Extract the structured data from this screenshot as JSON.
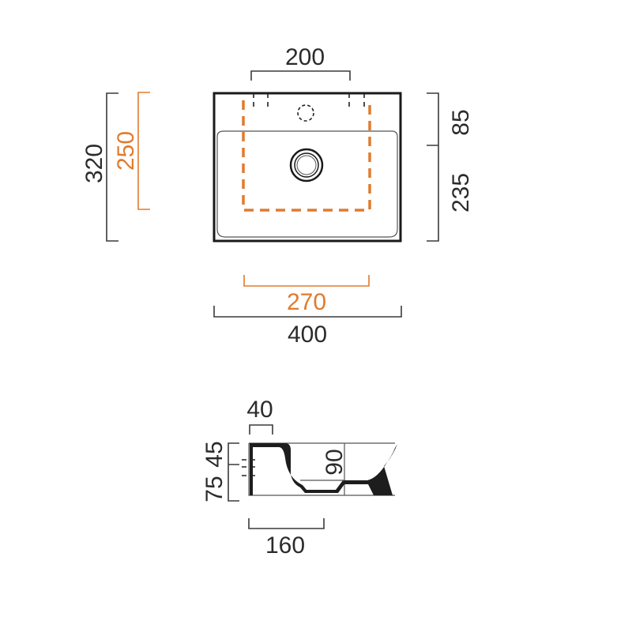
{
  "colors": {
    "line": "#3a3a3a",
    "accent": "#e07b2e",
    "outline": "#1a1a1a"
  },
  "top_view": {
    "tap_holes_spacing": "200",
    "total_depth": "320",
    "cabinet_depth": "250",
    "back_ledge_depth": "85",
    "basin_depth": "235",
    "cabinet_width": "270",
    "total_width": "400"
  },
  "side_view": {
    "ledge_width": "40",
    "top_height": "45",
    "lower_height": "75",
    "bowl_depth": "90",
    "base_width": "160"
  }
}
